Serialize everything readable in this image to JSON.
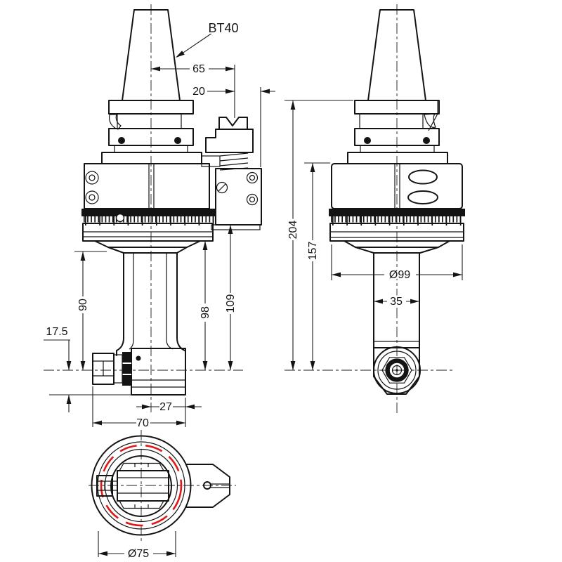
{
  "drawing": {
    "title_label": "BT40",
    "line_color": "#141414",
    "dim_color": "#1c1c1c",
    "accent_red": "#e01818",
    "front_view": {
      "dims": {
        "width_65": "65",
        "width_20": "20",
        "height_90": "90",
        "offset_17_5": "17.5",
        "height_98": "98",
        "height_109": "109",
        "width_27": "27",
        "width_70": "70"
      }
    },
    "side_view": {
      "dims": {
        "height_204": "204",
        "height_157": "157",
        "dia_99": "Ø99",
        "width_35": "35"
      }
    },
    "bottom_view": {
      "dims": {
        "dia_75": "Ø75"
      }
    }
  }
}
